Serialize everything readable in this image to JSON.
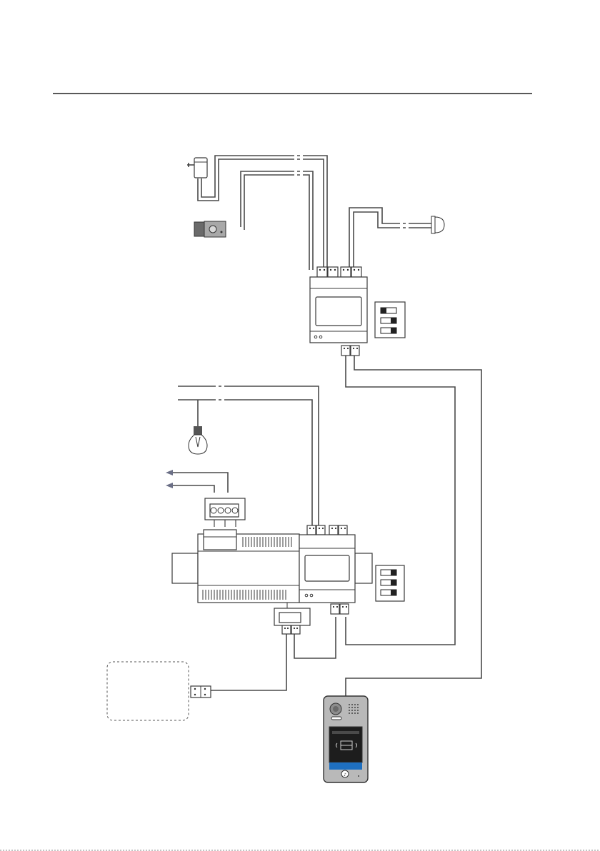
{
  "diagram": {
    "components": [
      {
        "id": "power-adapter",
        "icon": "plug-adapter-icon"
      },
      {
        "id": "electric-lock",
        "icon": "lock-icon"
      },
      {
        "id": "exit-button",
        "icon": "push-button-icon"
      },
      {
        "id": "door-controller-top",
        "icon": "din-module-icon"
      },
      {
        "id": "dip-switch-top",
        "switches": 3
      },
      {
        "id": "light-bulb",
        "icon": "bulb-icon"
      },
      {
        "id": "mains-terminal",
        "icon": "terminal-block-icon",
        "arrows": 2
      },
      {
        "id": "din-power-supply",
        "icon": "power-supply-icon"
      },
      {
        "id": "door-controller-bottom",
        "icon": "din-module-icon"
      },
      {
        "id": "dip-switch-bottom",
        "switches": 3
      },
      {
        "id": "bus-connector",
        "icon": "bus-connector-icon"
      },
      {
        "id": "indoor-monitor-placeholder",
        "icon": "dashed-box-icon"
      },
      {
        "id": "outdoor-station",
        "icon": "door-camera-icon",
        "accent": "#1e6fc0"
      }
    ],
    "colors": {
      "line": "#4a4a4a",
      "panel": "#b9b9b9",
      "accent": "#1e6fc0",
      "arrow": "#6b6f86"
    }
  }
}
